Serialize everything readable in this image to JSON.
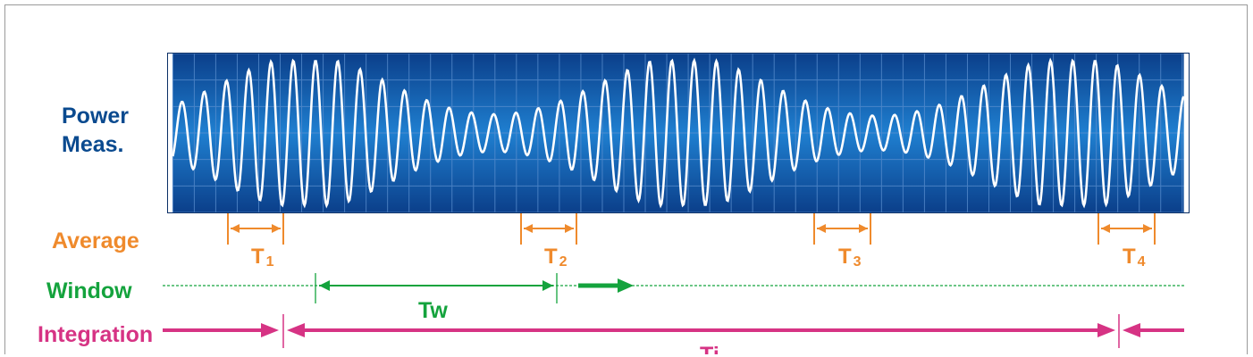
{
  "labels": {
    "power_line1": "Power",
    "power_line2": "Meas.",
    "average": "Average",
    "window": "Window",
    "integration": "Integration"
  },
  "average_periods": [
    {
      "main": "T",
      "sub": "1"
    },
    {
      "main": "T",
      "sub": "2"
    },
    {
      "main": "T",
      "sub": "3"
    },
    {
      "main": "T",
      "sub": "4"
    }
  ],
  "window_label": "Tw",
  "integration_label": "Ti",
  "colors": {
    "power": "#0a4a8f",
    "average": "#ef8a2c",
    "window": "#14a33d",
    "integration": "#d63384",
    "scope_bg_dark": "#0b3f8a",
    "scope_bg_light": "#1f7fd0",
    "waveform": "#ffffff"
  }
}
